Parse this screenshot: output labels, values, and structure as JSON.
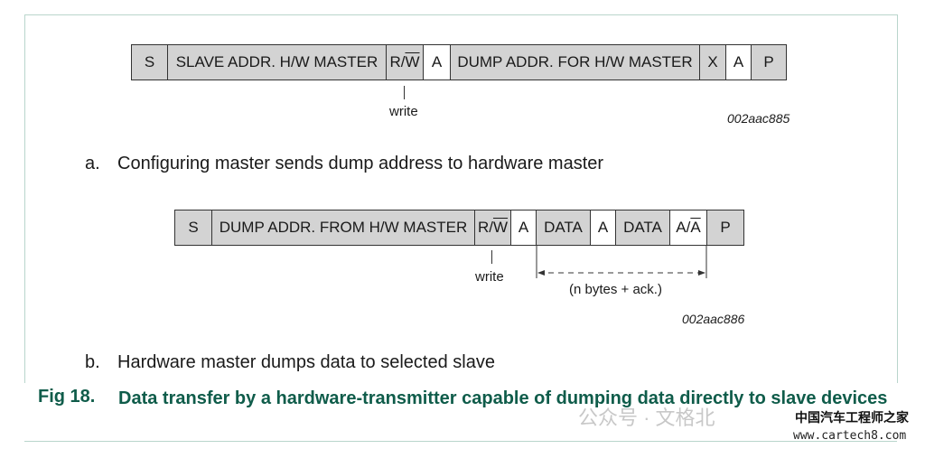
{
  "seq_a": {
    "cells": [
      {
        "text": "S",
        "fill": "gray"
      },
      {
        "text": "SLAVE ADDR. H/W MASTER",
        "fill": "gray"
      },
      {
        "text": "R/",
        "overline": "W",
        "fill": "gray"
      },
      {
        "text": "A",
        "fill": "white"
      },
      {
        "text": "DUMP ADDR. FOR H/W MASTER",
        "fill": "gray"
      },
      {
        "text": "X",
        "fill": "gray"
      },
      {
        "text": "A",
        "fill": "white"
      },
      {
        "text": "P",
        "fill": "gray"
      }
    ],
    "write_label": "write",
    "code": "002aac885",
    "caption_letter": "a.",
    "caption": "Configuring master sends dump address to hardware master"
  },
  "seq_b": {
    "cells": [
      {
        "text": "S",
        "fill": "gray"
      },
      {
        "text": "DUMP ADDR. FROM H/W MASTER",
        "fill": "gray"
      },
      {
        "text": "R/",
        "overline": "W",
        "fill": "gray"
      },
      {
        "text": "A",
        "fill": "white"
      },
      {
        "text": "DATA",
        "fill": "gray"
      },
      {
        "text": "A",
        "fill": "white"
      },
      {
        "text": "DATA",
        "fill": "gray"
      },
      {
        "text": "A/",
        "overline": "A",
        "fill": "white"
      },
      {
        "text": "P",
        "fill": "gray"
      }
    ],
    "write_label": "write",
    "span_label": "(n bytes + ack.)",
    "code": "002aac886",
    "caption_letter": "b.",
    "caption": "Hardware master dumps data to selected slave"
  },
  "figure": {
    "number": "Fig 18.",
    "title": "Data transfer by a hardware-transmitter capable of dumping data directly to slave devices"
  },
  "watermark": {
    "text": "公众号 · 文格北",
    "site_cn": "中国汽车工程师之家",
    "site_url": "www.cartech8.com"
  }
}
